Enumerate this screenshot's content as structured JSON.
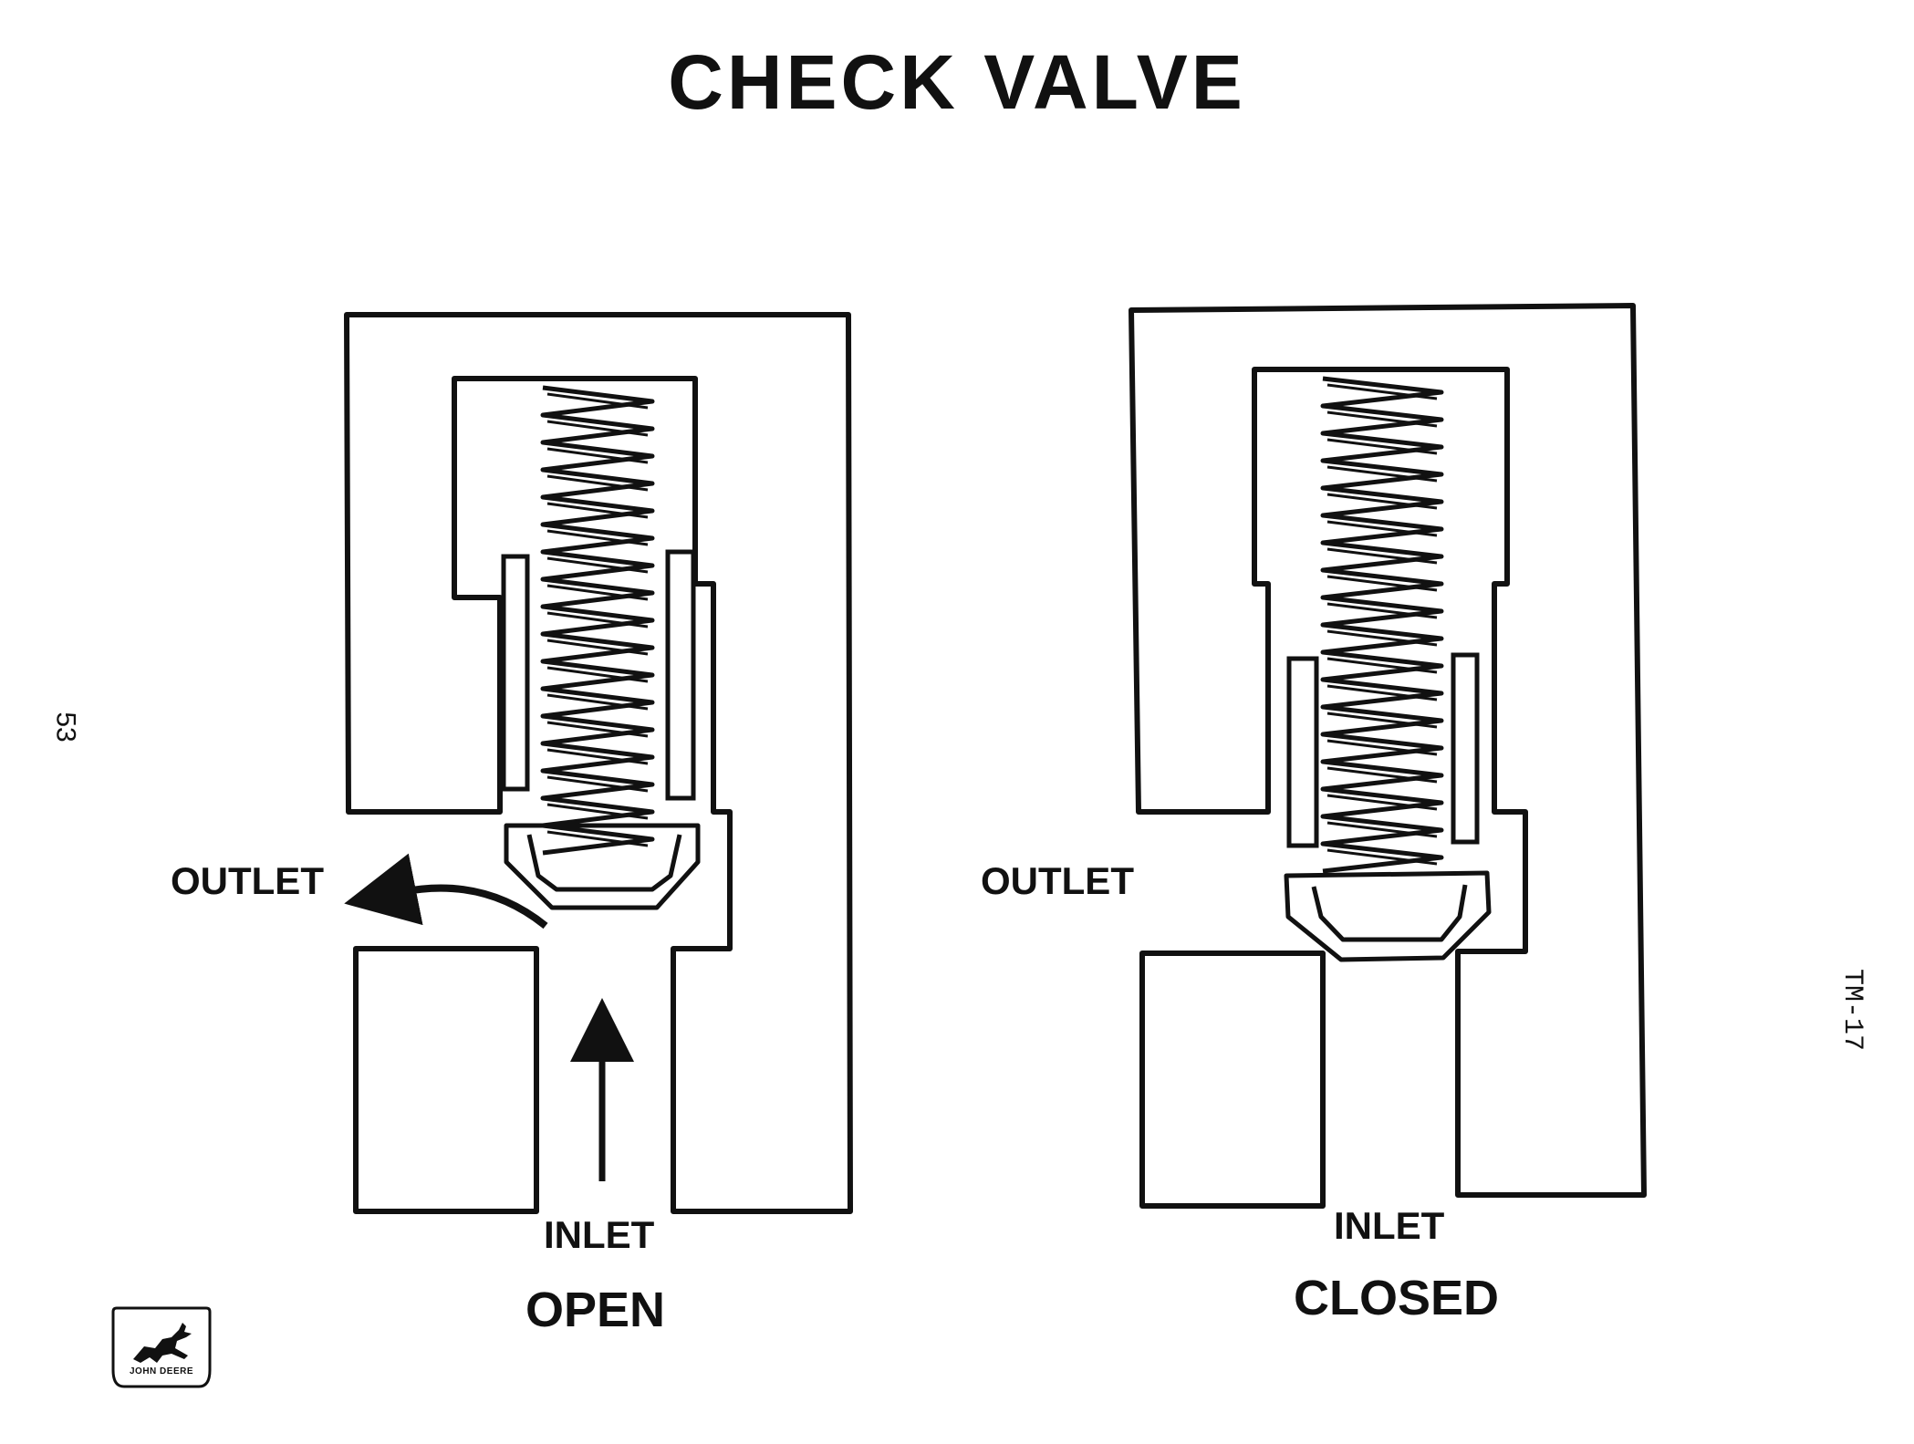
{
  "title": "CHECK VALVE",
  "open_valve": {
    "outlet_label": "OUTLET",
    "inlet_label": "INLET",
    "state_label": "OPEN"
  },
  "closed_valve": {
    "outlet_label": "OUTLET",
    "inlet_label": "INLET",
    "state_label": "CLOSED"
  },
  "page_number": "53",
  "document_code": "TM-17",
  "logo": {
    "text": "JOHN DEERE"
  }
}
